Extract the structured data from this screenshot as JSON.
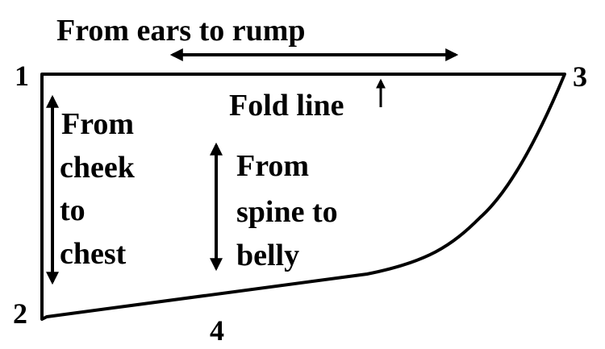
{
  "diagram": {
    "top_label": "From ears to rump",
    "fold_label": "Fold line",
    "left_label_lines": [
      "From",
      "cheek",
      "to",
      "chest"
    ],
    "middle_label_lines": [
      "From",
      "spine to",
      "belly"
    ],
    "corners": {
      "one": "1",
      "two": "2",
      "three": "3",
      "four": "4"
    },
    "colors": {
      "ink": "#000000",
      "background": "#ffffff"
    }
  }
}
